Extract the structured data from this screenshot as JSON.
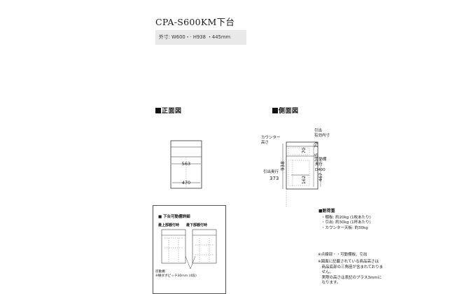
{
  "title": "CPA-S600KM下台",
  "spec": "外寸: W600・· H938 ・445mm",
  "front_view": {
    "heading": "正面図",
    "dim_width_top": "563",
    "dim_width_bottom": "470"
  },
  "side_view": {
    "heading": "側面図",
    "counter_label": "カウンター\n高さ",
    "drawer_label": "引出\n有効内寸",
    "dim_total": "938",
    "dim_79": "79",
    "dim_70": "70",
    "dim_115": "115",
    "dim_467": "467",
    "dim_162": "162",
    "shelf_label": "可動棚\n奥行\nD400",
    "drawer_depth_label": "引出奥行",
    "drawer_depth_value": "373"
  },
  "load": {
    "heading": "■耐荷重",
    "items": [
      "・棚板: 約20kg (1枚あたり)",
      "・引出: 約30kg (1杯あたり)",
      "・カウンター天板: 約30kg"
    ]
  },
  "notes": [
    "※点線部・・可動棚板、引出",
    "※図面に記載されている商品高さは",
    "　商品底部の三角座が含まれておりま",
    "　せん。",
    "　実際の高さは表記のプラス3mmに",
    "　なります。"
  ],
  "detail": {
    "heading": "■ 下台可動棚詳細",
    "col1": "最上部棚付時",
    "col2": "最下部棚付時",
    "foot1": "可動棚",
    "foot2": "※棚ダボピッチ30mm (4段)"
  }
}
